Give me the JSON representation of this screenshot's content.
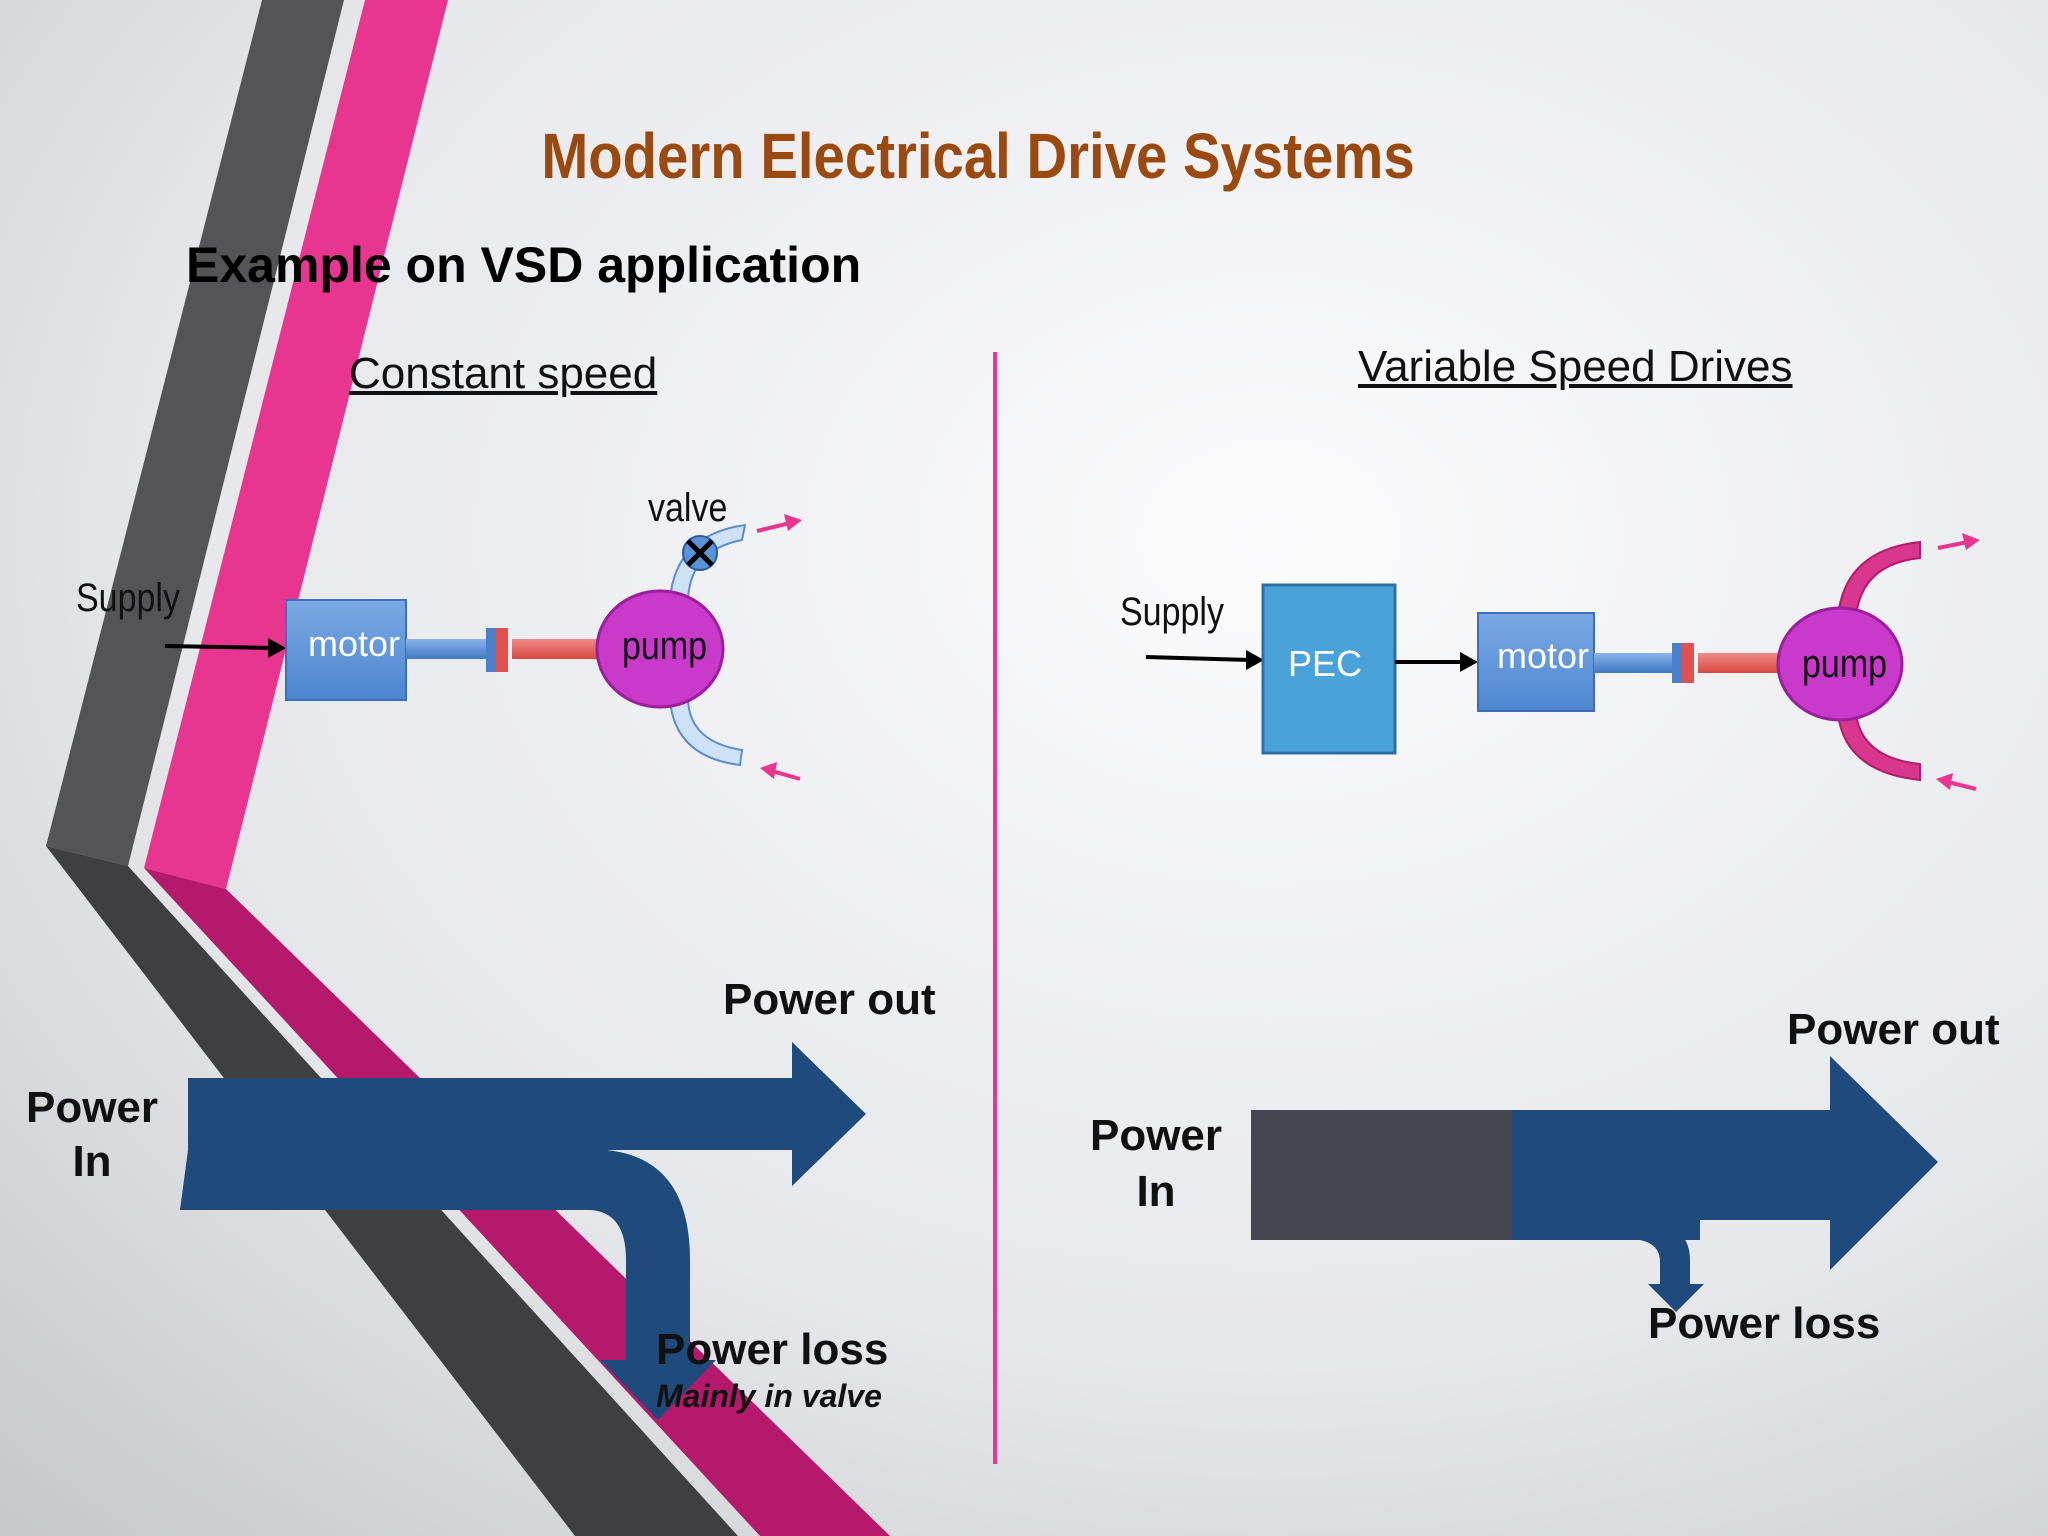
{
  "title": "Modern Electrical Drive Systems",
  "subtitle": "Example on VSD application",
  "left": {
    "heading": "Constant speed",
    "supply_label": "Supply",
    "motor_label": "motor",
    "pump_label": "pump",
    "valve_label": "valve",
    "power_out": "Power out",
    "power_in": [
      "Power",
      "In"
    ],
    "power_loss": "Power loss",
    "power_loss_note": "Mainly in valve"
  },
  "right": {
    "heading": "Variable Speed Drives",
    "supply_label": "Supply",
    "pec_label": "PEC",
    "motor_label": "motor",
    "pump_label": "pump",
    "power_out": "Power out",
    "power_in": [
      "Power",
      "In"
    ],
    "power_loss": "Power loss"
  },
  "colors": {
    "title": "#9a4a10",
    "accent_pink": "#e8358f",
    "dark_pink": "#b5196b",
    "dark_gray": "#4a4a4a",
    "flow_blue": "#1f4a7c",
    "flow_gray": "#454550",
    "box_blue": "#5b93d8",
    "pec_blue": "#4aa3d8",
    "pump_magenta": "#c93acb",
    "shaft_red": "#e05050"
  },
  "icons": [
    "valve-cross-icon",
    "outlet-arrow-icon",
    "inlet-arrow-icon",
    "supply-arrow-icon"
  ]
}
